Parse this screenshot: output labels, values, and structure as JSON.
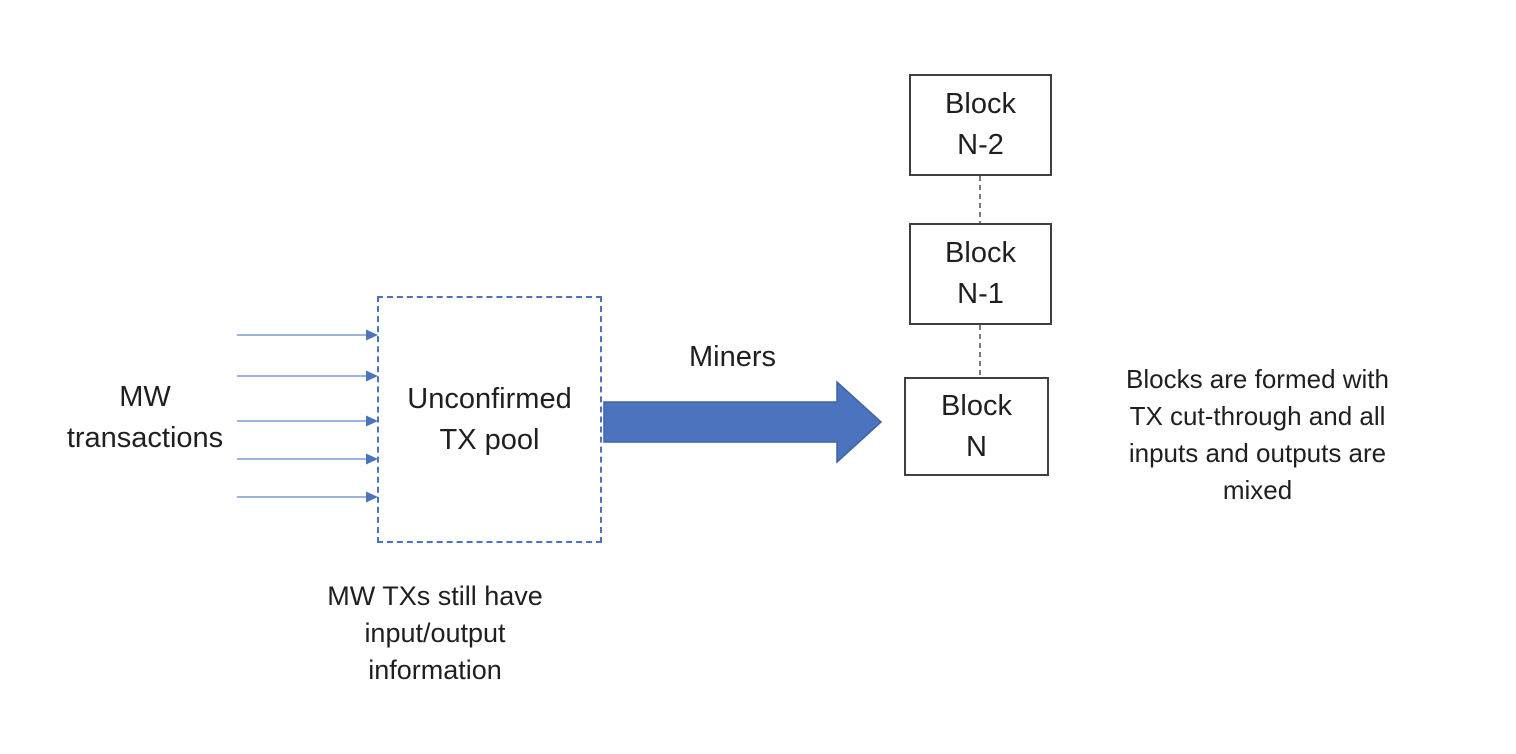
{
  "diagram": {
    "left_label": "MW\ntransactions",
    "pool_label": "Unconfirmed\nTX pool",
    "pool_caption": "MW TXs still have\ninput/output\ninformation",
    "miners_label": "Miners",
    "blocks": [
      {
        "label": "Block\nN-2"
      },
      {
        "label": "Block\nN-1"
      },
      {
        "label": "Block\nN"
      }
    ],
    "right_caption": "Blocks are formed with\nTX cut-through and all\ninputs and outputs are\nmixed",
    "input_arrow_count": 5,
    "colors": {
      "background": "#FFFFFF",
      "text": "#1F1F1F",
      "big_arrow_fill": "#4C73BD",
      "big_arrow_stroke": "#3D62A8",
      "thin_arrow_line": "#7D9CD9",
      "thin_arrow_head": "#4C73BD",
      "pool_dash": "#4C72C0",
      "block_border": "#3F3F3F",
      "connector": "#595959"
    }
  }
}
